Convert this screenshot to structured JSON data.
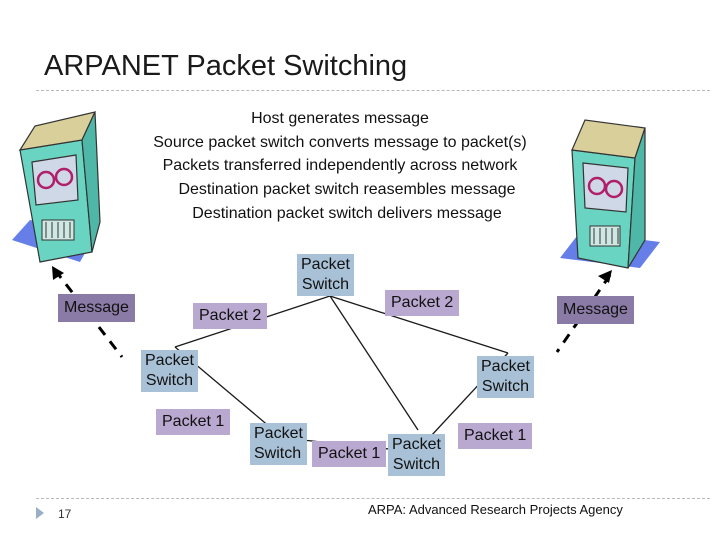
{
  "slide": {
    "title": "ARPANET Packet Switching",
    "bullets": [
      "Host generates message",
      "Source packet switch converts message to packet(s)",
      "Packets transferred independently across network",
      "Destination packet switch reasembles message",
      "Destination packet switch delivers message"
    ],
    "page_number": "17",
    "footnote": "ARPA: Advanced Research Projects Agency"
  },
  "diagram": {
    "message_label": "Message",
    "switch_label_line1": "Packet",
    "switch_label_line2": "Switch",
    "packet1_label": "Packet 1",
    "packet2_label": "Packet 2"
  },
  "colors": {
    "switch_box": "#a9c1d6",
    "packet_box": "#b9a8d0",
    "message_box": "#8a7ba6",
    "computer_body": "#6ad4c2",
    "computer_top": "#d8cf9a",
    "computer_screen": "#cfd8e6",
    "screen_figure": "#b01f6a",
    "desk_shadow": "#3f5ee2"
  }
}
